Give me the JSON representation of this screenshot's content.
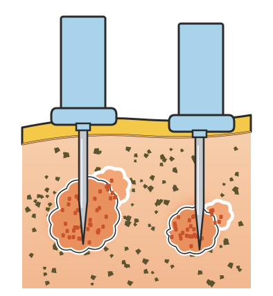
{
  "illustration": {
    "subject": "",
    "colors": {
      "background": "#ffffff",
      "epidermis": "#f4c949",
      "dermis": "#f2b88f",
      "dermis_light": "#f7cfad",
      "needle_hub": "#a9d3ea",
      "needle_hub_outline": "#2b2b2b",
      "needle_shaft": "#bfc6cc",
      "cell_cluster_fill": "#e88a5e",
      "cell_spot": "#c9532a",
      "cell_outline": "#ffffff",
      "specks": "#5a5530",
      "glow": "#e35a2a"
    },
    "needles": [
      {
        "name": "left-needle"
      },
      {
        "name": "right-needle"
      }
    ],
    "clusters": [
      {
        "name": "left-cluster"
      },
      {
        "name": "right-cluster"
      }
    ]
  }
}
